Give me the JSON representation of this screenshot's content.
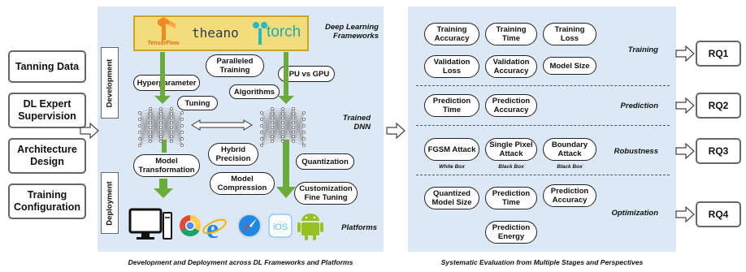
{
  "left_inputs": [
    "Tanning Data",
    "DL Expert Supervision",
    "Architecture Design",
    "Training Configuration"
  ],
  "left_panel": {
    "stage_labels": {
      "development": "Development",
      "deployment": "Deployment"
    },
    "frameworks": {
      "tensorflow": "TensorFlow",
      "theano": "theano",
      "torch": "torch"
    },
    "frameworks_caption": "Deep Learning Frameworks",
    "trained_caption": "Trained DNN",
    "platforms_caption": "Platforms",
    "pills": {
      "paralleled_training": "Paralleled Training",
      "cpu_vs_gpu": "CPU vs GPU",
      "hyperparameter": "Hyperparameter",
      "algorithms": "Algorithms",
      "tuning": "Tuning",
      "model_transformation": "Model Transformation",
      "hybrid_precision": "Hybrid Precision",
      "quantization": "Quantization",
      "model_compression": "Model Compression",
      "customization_fine_tuning": "Customization Fine Tuning"
    },
    "platform_icons": [
      "desktop-computer-icon",
      "chrome-icon",
      "internet-explorer-icon",
      "safari-icon",
      "ios-icon",
      "android-icon"
    ],
    "footer": "Development and Deployment across DL Frameworks and Platforms"
  },
  "right_panel": {
    "sections": [
      {
        "label": "Training",
        "rq": "RQ1",
        "pills": [
          "Training Accuracy",
          "Training Time",
          "Training Loss",
          "Validation Loss",
          "Validation Accuracy",
          "Model Size"
        ]
      },
      {
        "label": "Prediction",
        "rq": "RQ2",
        "pills": [
          "Prediction Time",
          "Prediction Accuracy"
        ]
      },
      {
        "label": "Robustness",
        "rq": "RQ3",
        "pills": [
          "FGSM Attack",
          "Single Pixel Attack",
          "Boundary Attack"
        ],
        "subs": [
          "White Box",
          "Black Box",
          "Black Box"
        ]
      },
      {
        "label": "Optimization",
        "rq": "RQ4",
        "pills": [
          "Quantized Model Size",
          "Prediction Time",
          "Prediction Accuracy",
          "Prediction Energy"
        ]
      }
    ],
    "footer": "Systematic Evaluation from Multiple Stages and Perspectives"
  },
  "colors": {
    "panel": "#dde8f6",
    "arrow_green": "#6aab3c",
    "framework_bg": "#f5dc7a"
  }
}
